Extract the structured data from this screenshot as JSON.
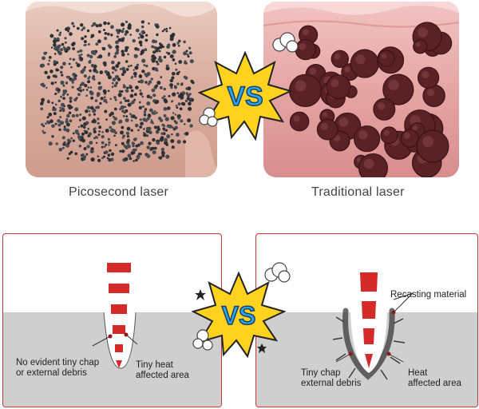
{
  "top": {
    "left_caption": "Picosecond laser",
    "right_caption": "Traditional laser",
    "vs_label": "VS"
  },
  "bottom": {
    "vs_label": "VS",
    "left_panel": {
      "label_a_line1": "No evident tiny chap",
      "label_a_line2": "or external debris",
      "label_b_line1": "Tiny heat",
      "label_b_line2": "affected area"
    },
    "right_panel": {
      "label_a": "Recasting material",
      "label_b_line1": "Tiny chap",
      "label_b_line2": "external debris",
      "label_c_line1": "Heat",
      "label_c_line2": "affected area"
    }
  },
  "colors": {
    "accent_red": "#d42a2a",
    "vs_yellow": "#ffd21f",
    "vs_blue": "#2aa7e6",
    "tissue_gray": "#cfcfcf"
  }
}
